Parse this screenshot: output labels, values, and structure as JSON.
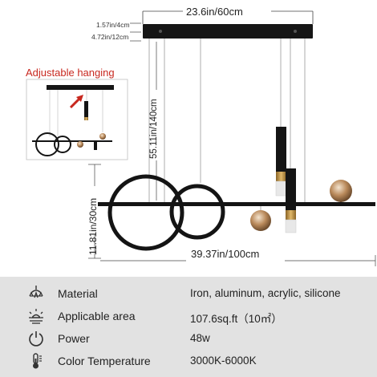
{
  "dimensions": {
    "width_top": "23.6in/60cm",
    "canopy_height": "1.57in/4cm",
    "canopy_depth": "4.72in/12cm",
    "hanging_length": "55.11in/140cm",
    "fixture_height": "11.81in/30cm",
    "fixture_length": "39.37in/100cm"
  },
  "inset": {
    "label": "Adjustable hanging"
  },
  "specs": [
    {
      "icon": "chandelier-icon",
      "label": "Material",
      "value": "Iron, aluminum, acrylic, silicone"
    },
    {
      "icon": "light-rays-icon",
      "label": "Applicable area",
      "value": "107.6sq.ft（10㎡）"
    },
    {
      "icon": "power-icon",
      "label": "Power",
      "value": "48w"
    },
    {
      "icon": "thermometer-icon",
      "label": "Color Temperature",
      "value": "3000K-6000K"
    }
  ],
  "colors": {
    "accent_red": "#c8281f",
    "fixture_black": "#1a1a1a",
    "gold": "#c89a4a",
    "panel_gray": "#e2e2e2"
  }
}
